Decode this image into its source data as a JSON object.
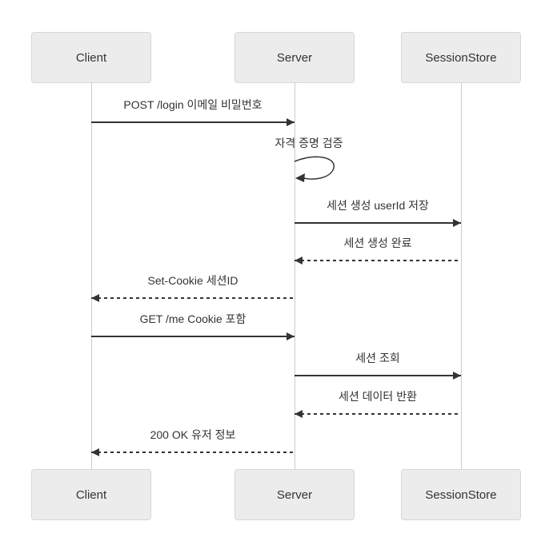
{
  "diagram": {
    "type": "sequence-diagram",
    "actors": [
      {
        "id": "client",
        "label": "Client"
      },
      {
        "id": "server",
        "label": "Server"
      },
      {
        "id": "sessionstore",
        "label": "SessionStore"
      }
    ],
    "messages": [
      {
        "text": "POST /login 이메일 비밀번호",
        "from": "client",
        "to": "server",
        "line": "solid"
      },
      {
        "text": "자격 증명 검증",
        "from": "server",
        "to": "server",
        "line": "self"
      },
      {
        "text": "세션 생성 userId 저장",
        "from": "server",
        "to": "sessionstore",
        "line": "solid"
      },
      {
        "text": "세션 생성 완료",
        "from": "sessionstore",
        "to": "server",
        "line": "dashed"
      },
      {
        "text": "Set-Cookie 세션ID",
        "from": "server",
        "to": "client",
        "line": "dashed"
      },
      {
        "text": "GET /me Cookie 포함",
        "from": "client",
        "to": "server",
        "line": "solid"
      },
      {
        "text": "세션 조회",
        "from": "server",
        "to": "sessionstore",
        "line": "solid"
      },
      {
        "text": "세션 데이터 반환",
        "from": "sessionstore",
        "to": "server",
        "line": "dashed"
      },
      {
        "text": "200 OK 유저 정보",
        "from": "server",
        "to": "client",
        "line": "dashed"
      }
    ],
    "colors": {
      "background": "#ffffff",
      "actor_fill": "#ececec",
      "actor_border": "#d7d7d7",
      "text": "#333333",
      "arrow": "#333333",
      "lifeline": "#cccccc"
    }
  }
}
